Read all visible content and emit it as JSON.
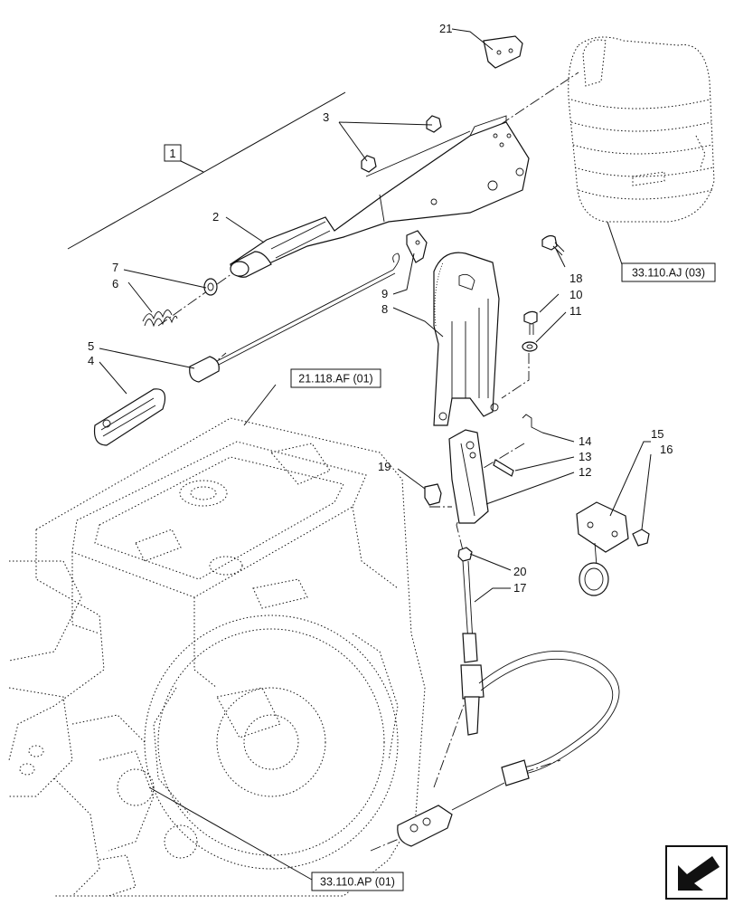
{
  "group_label": "1",
  "callouts": [
    {
      "id": "c2",
      "text": "2"
    },
    {
      "id": "c3",
      "text": "3"
    },
    {
      "id": "c4",
      "text": "4"
    },
    {
      "id": "c5",
      "text": "5"
    },
    {
      "id": "c6",
      "text": "6"
    },
    {
      "id": "c7",
      "text": "7"
    },
    {
      "id": "c8",
      "text": "8"
    },
    {
      "id": "c9",
      "text": "9"
    },
    {
      "id": "c10",
      "text": "10"
    },
    {
      "id": "c11",
      "text": "11"
    },
    {
      "id": "c12",
      "text": "12"
    },
    {
      "id": "c13",
      "text": "13"
    },
    {
      "id": "c14",
      "text": "14"
    },
    {
      "id": "c15",
      "text": "15"
    },
    {
      "id": "c16",
      "text": "16"
    },
    {
      "id": "c17",
      "text": "17"
    },
    {
      "id": "c18",
      "text": "18"
    },
    {
      "id": "c19",
      "text": "19"
    },
    {
      "id": "c20",
      "text": "20"
    },
    {
      "id": "c21",
      "text": "21"
    }
  ],
  "references": {
    "ref_top_right": "33.110.AJ (03)",
    "ref_middle": "21.118.AF (01)",
    "ref_bottom": "33.110.AP (01)"
  },
  "icons": {
    "nav": "previous-page-arrow-icon"
  }
}
